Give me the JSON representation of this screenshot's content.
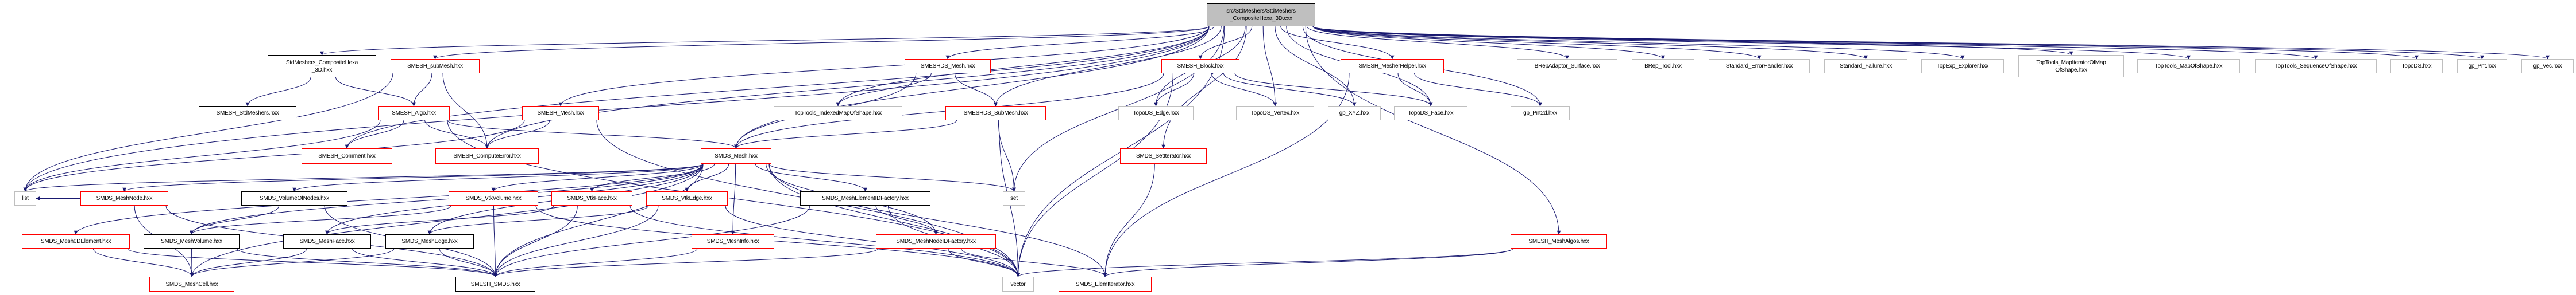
{
  "colors": {
    "edge": "#191970",
    "red": "#ff0000",
    "black": "#000000",
    "gray": "#bfbfbf",
    "root_fill": "#bfbfbf"
  },
  "nodes": [
    {
      "label": "src/StdMeshers/StdMeshers\n_CompositeHexa_3D.cxx",
      "border": "root"
    },
    {
      "label": "StdMeshers_CompositeHexa\n_3D.hxx",
      "border": "black"
    },
    {
      "label": "SMESH_StdMeshers.hxx",
      "border": "black"
    },
    {
      "label": "SMESH_subMesh.hxx",
      "border": "red"
    },
    {
      "label": "SMESH_Algo.hxx",
      "border": "red"
    },
    {
      "label": "SMESH_Comment.hxx",
      "border": "red"
    },
    {
      "label": "SMESH_ComputeError.hxx",
      "border": "red"
    },
    {
      "label": "SMESH_Mesh.hxx",
      "border": "red"
    },
    {
      "label": "SMDS_Mesh.hxx",
      "border": "red"
    },
    {
      "label": "TopTools_IndexedMapOfShape.hxx",
      "border": "gray"
    },
    {
      "label": "SMESHDS_Mesh.hxx",
      "border": "red"
    },
    {
      "label": "SMESHDS_SubMesh.hxx",
      "border": "red"
    },
    {
      "label": "SMESH_Block.hxx",
      "border": "red"
    },
    {
      "label": "TopoDS_Edge.hxx",
      "border": "gray"
    },
    {
      "label": "SMDS_SetIterator.hxx",
      "border": "red"
    },
    {
      "label": "SMESH_MesherHelper.hxx",
      "border": "red"
    },
    {
      "label": "TopoDS_Vertex.hxx",
      "border": "gray"
    },
    {
      "label": "gp_XYZ.hxx",
      "border": "gray"
    },
    {
      "label": "TopoDS_Face.hxx",
      "border": "gray"
    },
    {
      "label": "gp_Pnt2d.hxx",
      "border": "gray"
    },
    {
      "label": "BRepAdaptor_Surface.hxx",
      "border": "gray"
    },
    {
      "label": "SMESH_MeshAlgos.hxx",
      "border": "red"
    },
    {
      "label": "BRep_Tool.hxx",
      "border": "gray"
    },
    {
      "label": "Standard_ErrorHandler.hxx",
      "border": "gray"
    },
    {
      "label": "Standard_Failure.hxx",
      "border": "gray"
    },
    {
      "label": "TopExp_Explorer.hxx",
      "border": "gray"
    },
    {
      "label": "TopTools_MapIteratorOfMap\nOfShape.hxx",
      "border": "gray"
    },
    {
      "label": "TopTools_MapOfShape.hxx",
      "border": "gray"
    },
    {
      "label": "TopTools_SequenceOfShape.hxx",
      "border": "gray"
    },
    {
      "label": "TopoDS.hxx",
      "border": "gray"
    },
    {
      "label": "gp_Pnt.hxx",
      "border": "gray"
    },
    {
      "label": "gp_Vec.hxx",
      "border": "gray"
    },
    {
      "label": "list",
      "border": "gray"
    },
    {
      "label": "SMDS_MeshNode.hxx",
      "border": "red"
    },
    {
      "label": "SMDS_VolumeOfNodes.hxx",
      "border": "black"
    },
    {
      "label": "SMDS_VtkVolume.hxx",
      "border": "red"
    },
    {
      "label": "SMDS_VtkFace.hxx",
      "border": "red"
    },
    {
      "label": "SMDS_VtkEdge.hxx",
      "border": "red"
    },
    {
      "label": "SMDS_MeshElementIDFactory.hxx",
      "border": "black"
    },
    {
      "label": "set",
      "border": "gray"
    },
    {
      "label": "SMDS_Mesh0DElement.hxx",
      "border": "red"
    },
    {
      "label": "SMDS_MeshVolume.hxx",
      "border": "black"
    },
    {
      "label": "SMDS_MeshFace.hxx",
      "border": "black"
    },
    {
      "label": "SMDS_MeshEdge.hxx",
      "border": "black"
    },
    {
      "label": "SMDS_MeshInfo.hxx",
      "border": "red"
    },
    {
      "label": "SMDS_MeshNodeIDFactory.hxx",
      "border": "red"
    },
    {
      "label": "SMDS_MeshCell.hxx",
      "border": "red"
    },
    {
      "label": "SMESH_SMDS.hxx",
      "border": "black"
    },
    {
      "label": "vector",
      "border": "gray"
    },
    {
      "label": "SMDS_ElemIterator.hxx",
      "border": "red"
    }
  ],
  "edges": [
    [
      0,
      1
    ],
    [
      0,
      3
    ],
    [
      0,
      5
    ],
    [
      0,
      6
    ],
    [
      0,
      7
    ],
    [
      0,
      8
    ],
    [
      0,
      9
    ],
    [
      0,
      10
    ],
    [
      0,
      11
    ],
    [
      0,
      39
    ],
    [
      0,
      13
    ],
    [
      0,
      12
    ],
    [
      0,
      14
    ],
    [
      0,
      16
    ],
    [
      0,
      17
    ],
    [
      0,
      18
    ],
    [
      0,
      15
    ],
    [
      0,
      19
    ],
    [
      0,
      20
    ],
    [
      0,
      21
    ],
    [
      0,
      22
    ],
    [
      0,
      23
    ],
    [
      0,
      24
    ],
    [
      0,
      25
    ],
    [
      0,
      26
    ],
    [
      0,
      27
    ],
    [
      0,
      28
    ],
    [
      0,
      29
    ],
    [
      0,
      30
    ],
    [
      0,
      31
    ],
    [
      0,
      48
    ],
    [
      0,
      32
    ],
    [
      1,
      2
    ],
    [
      1,
      4
    ],
    [
      3,
      4
    ],
    [
      3,
      6
    ],
    [
      3,
      32
    ],
    [
      4,
      6
    ],
    [
      4,
      5
    ],
    [
      4,
      32
    ],
    [
      4,
      8
    ],
    [
      4,
      48
    ],
    [
      7,
      6
    ],
    [
      7,
      32
    ],
    [
      7,
      48
    ],
    [
      10,
      9
    ],
    [
      10,
      11
    ],
    [
      10,
      8
    ],
    [
      11,
      39
    ],
    [
      11,
      48
    ],
    [
      11,
      8
    ],
    [
      12,
      13
    ],
    [
      12,
      16
    ],
    [
      12,
      17
    ],
    [
      12,
      18
    ],
    [
      12,
      8
    ],
    [
      12,
      48
    ],
    [
      15,
      18
    ],
    [
      15,
      19
    ],
    [
      15,
      49
    ],
    [
      14,
      49
    ],
    [
      21,
      49
    ],
    [
      21,
      48
    ],
    [
      8,
      32
    ],
    [
      8,
      33
    ],
    [
      8,
      34
    ],
    [
      8,
      40
    ],
    [
      8,
      41
    ],
    [
      8,
      42
    ],
    [
      8,
      43
    ],
    [
      8,
      46
    ],
    [
      8,
      35
    ],
    [
      8,
      36
    ],
    [
      8,
      37
    ],
    [
      8,
      44
    ],
    [
      8,
      38
    ],
    [
      8,
      45
    ],
    [
      8,
      47
    ],
    [
      8,
      39
    ],
    [
      8,
      48
    ],
    [
      8,
      49
    ],
    [
      33,
      46
    ],
    [
      33,
      47
    ],
    [
      33,
      32
    ],
    [
      34,
      41
    ],
    [
      34,
      47
    ],
    [
      40,
      46
    ],
    [
      40,
      47
    ],
    [
      41,
      46
    ],
    [
      41,
      47
    ],
    [
      42,
      46
    ],
    [
      42,
      47
    ],
    [
      43,
      46
    ],
    [
      43,
      47
    ],
    [
      35,
      41
    ],
    [
      35,
      47
    ],
    [
      35,
      48
    ],
    [
      36,
      42
    ],
    [
      36,
      47
    ],
    [
      36,
      48
    ],
    [
      37,
      43
    ],
    [
      37,
      47
    ],
    [
      37,
      48
    ],
    [
      44,
      47
    ],
    [
      38,
      45
    ],
    [
      38,
      48
    ],
    [
      38,
      47
    ],
    [
      45,
      48
    ],
    [
      45,
      49
    ],
    [
      45,
      47
    ]
  ]
}
